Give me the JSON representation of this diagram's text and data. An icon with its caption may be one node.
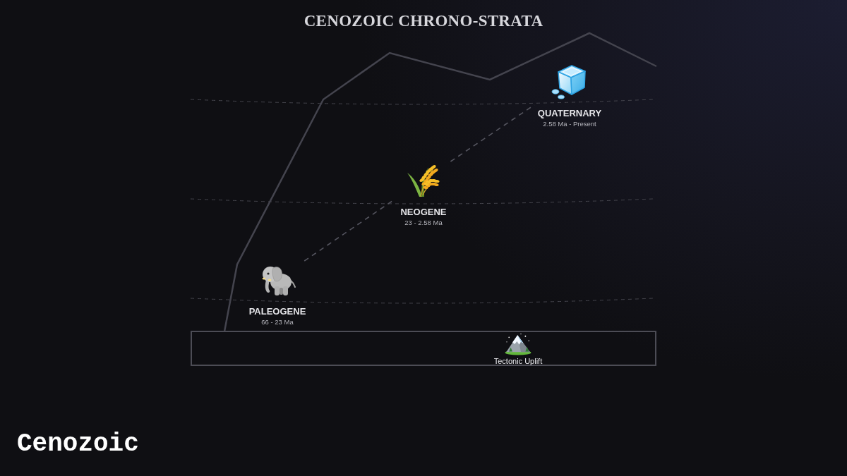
{
  "diagram": {
    "title": "CENOZOIC CHRONO-STRATA",
    "nodes": [
      {
        "text": [
          "QUATERNARY",
          "2.58 Ma - Present"
        ]
      },
      {
        "text": [
          "NEOGENE",
          "23 - 2.58 Ma"
        ]
      },
      {
        "text": [
          "PALEOGENE",
          "66 - 23 Ma"
        ]
      },
      {
        "text": [
          "Tectonic Uplift"
        ]
      }
    ],
    "edges": [
      {
        "from": 2,
        "to": 1,
        "arrow": "none",
        "style": "dashed"
      },
      {
        "from": 1,
        "to": 0,
        "arrow": "none",
        "style": "dashed"
      }
    ],
    "labels": [
      "Cenozoic"
    ]
  }
}
